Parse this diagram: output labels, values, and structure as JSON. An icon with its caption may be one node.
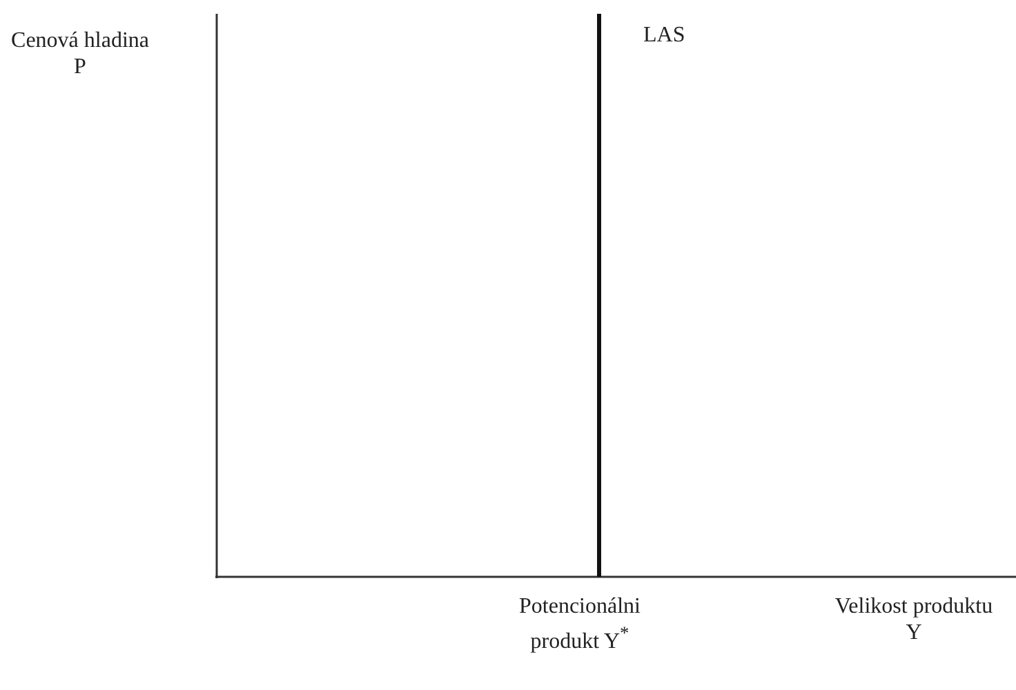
{
  "diagram": {
    "labels": [
      "Cenová hladina P",
      "LAS",
      "Potencionálni produkt Y$^{*}$",
      "Velikost produktu Y"
    ]
  }
}
